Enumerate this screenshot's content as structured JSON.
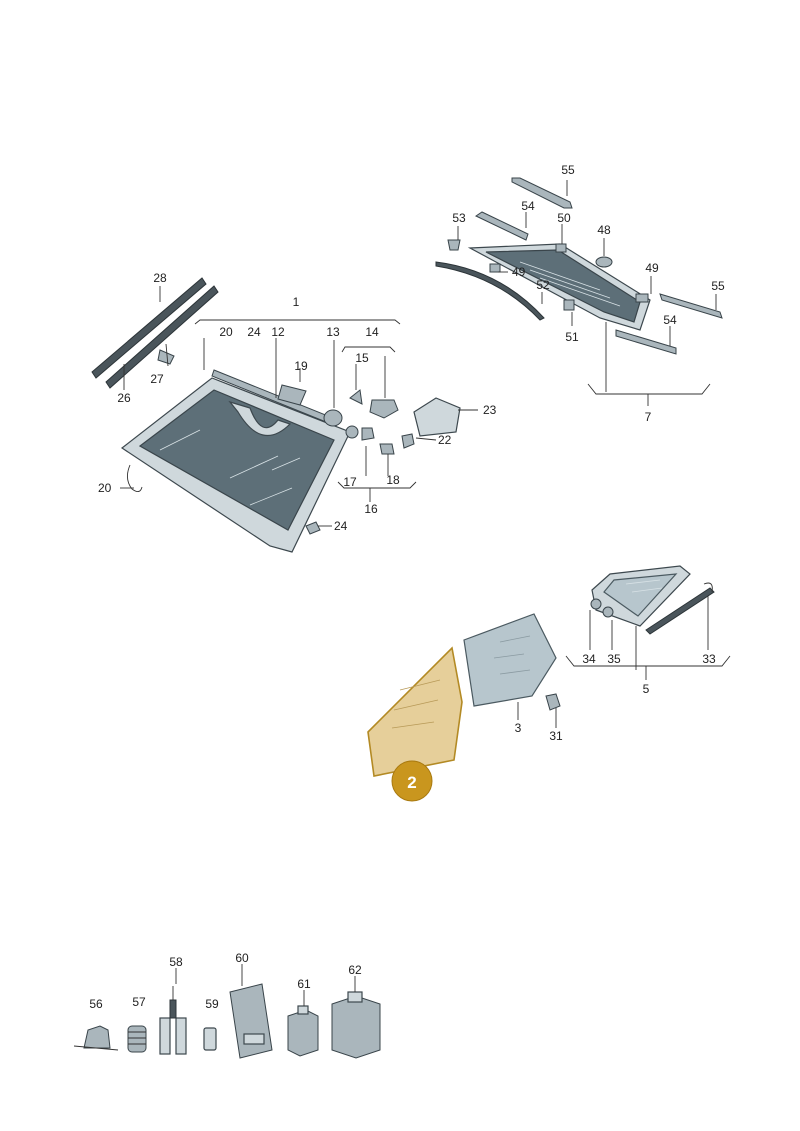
{
  "diagram": {
    "labels": {
      "l1": "1",
      "l2": "2",
      "l3": "3",
      "l5": "5",
      "l7": "7",
      "l12": "12",
      "l13": "13",
      "l14": "14",
      "l15": "15",
      "l16": "16",
      "l17": "17",
      "l18": "18",
      "l19": "19",
      "l20a": "20",
      "l20b": "20",
      "l22": "22",
      "l23": "23",
      "l24a": "24",
      "l24b": "24",
      "l26": "26",
      "l27": "27",
      "l28": "28",
      "l31": "31",
      "l33": "33",
      "l34": "34",
      "l35": "35",
      "l48": "48",
      "l49a": "49",
      "l49b": "49",
      "l50": "50",
      "l51": "51",
      "l52": "52",
      "l53": "53",
      "l54a": "54",
      "l54b": "54",
      "l55a": "55",
      "l55b": "55",
      "l56": "56",
      "l57": "57",
      "l58": "58",
      "l59": "59",
      "l60": "60",
      "l61": "61",
      "l62": "62"
    },
    "highlight": {
      "part_number": "2",
      "color": "#c9961e"
    }
  }
}
